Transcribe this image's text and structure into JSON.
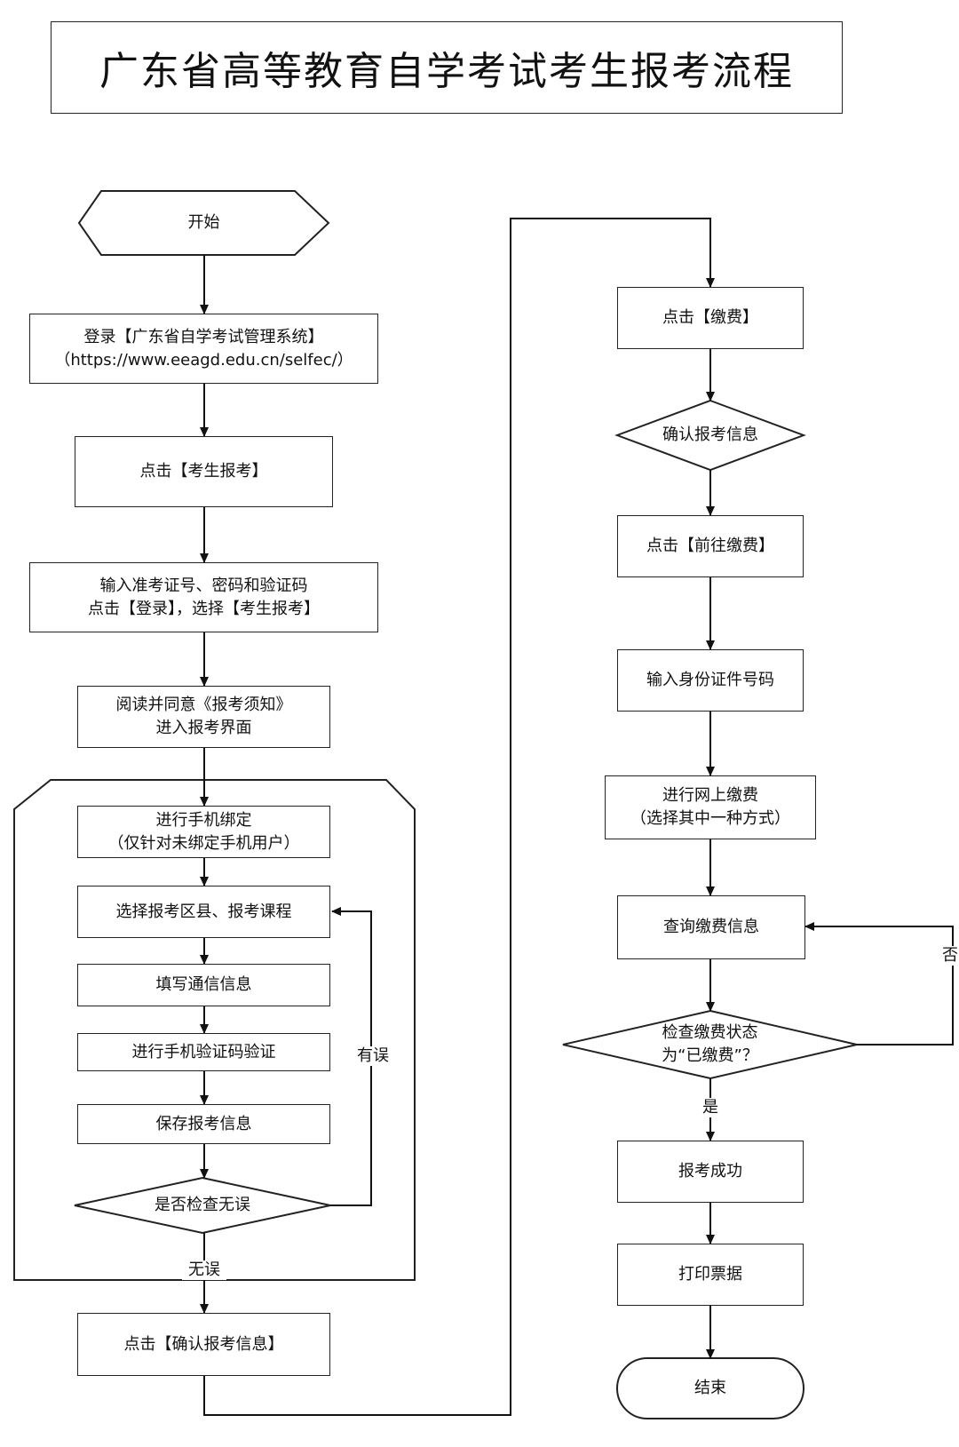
{
  "title": "广东省高等教育自学考试考生报考流程",
  "nodes": {
    "start": "开始",
    "login_1": "登录【广东省自学考试管理系统】",
    "login_2": "（https://www.eeagd.edu.cn/selfec/）",
    "click_apply": "点击【考生报考】",
    "input_1": "输入准考证号、密码和验证码",
    "input_2": "点击【登录】，选择【考生报考】",
    "read_1": "阅读并同意《报考须知》",
    "read_2": "进入报考界面",
    "bind_1": "进行手机绑定",
    "bind_2": "（仅针对未绑定手机用户）",
    "select": "选择报考区县、报考课程",
    "fill": "填写通信信息",
    "sms": "进行手机验证码验证",
    "save": "保存报考信息",
    "check": "是否检查无误",
    "confirm": "点击【确认报考信息】",
    "pay": "点击【缴费】",
    "confirm_info": "确认报考信息",
    "goto_pay": "点击【前往缴费】",
    "id_input": "输入身份证件号码",
    "online_1": "进行网上缴费",
    "online_2": "（选择其中一种方式）",
    "query": "查询缴费信息",
    "status_1": "检查缴费状态",
    "status_2": "为“已缴费”？",
    "success": "报考成功",
    "print": "打印票据",
    "end": "结束"
  },
  "edge_labels": {
    "has_error": "有误",
    "no_error": "无误",
    "yes": "是",
    "no": "否"
  }
}
